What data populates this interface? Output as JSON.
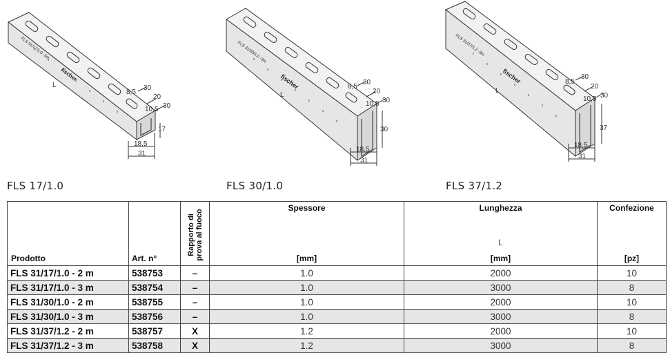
{
  "figures": [
    {
      "label": "FLS 17/1.0",
      "dims": {
        "len": "L",
        "d1": "8,5",
        "d2": "30",
        "d3": "20",
        "d4": "30",
        "d5": "10,5",
        "height": "17",
        "w1": "18,5",
        "w2": "31"
      },
      "rail_text": "FLS 31/17/1,0 -3m",
      "brand": "fischer"
    },
    {
      "label": "FLS 30/1.0",
      "dims": {
        "len": "L",
        "d1": "8,5",
        "d2": "30",
        "d3": "20",
        "d4": "30",
        "d5": "10,5",
        "height": "30",
        "w1": "18,5",
        "w2": "31"
      },
      "rail_text": "FLS 31/30/1,0 -3m",
      "brand": "fischer"
    },
    {
      "label": "FLS 37/1.2",
      "dims": {
        "len": "L",
        "d1": "8,5",
        "d2": "30",
        "d3": "20",
        "d4": "30",
        "d5": "10,5",
        "height": "37",
        "w1": "18,5",
        "w2": "31"
      },
      "rail_text": "FLS 31/37/1,2 -3m",
      "brand": "fischer"
    }
  ],
  "table": {
    "headers": {
      "product": "Prodotto",
      "art_no": "Art. n°",
      "fire_line1": "Rapporto di",
      "fire_line2": "prova al fuoco",
      "thickness": "Spessore",
      "thickness_unit": "[mm]",
      "length": "Lunghezza",
      "length_sub": "L",
      "length_unit": "[mm]",
      "package": "Confezione",
      "package_unit": "[pz]"
    },
    "rows": [
      {
        "product": "FLS 31/17/1.0 - 2 m",
        "art": "538753",
        "fire": "–",
        "thickness": "1.0",
        "length": "2000",
        "pack": "10"
      },
      {
        "product": "FLS 31/17/1.0 - 3 m",
        "art": "538754",
        "fire": "–",
        "thickness": "1.0",
        "length": "3000",
        "pack": "8"
      },
      {
        "product": "FLS 31/30/1.0 - 2 m",
        "art": "538755",
        "fire": "–",
        "thickness": "1.0",
        "length": "2000",
        "pack": "10"
      },
      {
        "product": "FLS 31/30/1.0 - 3 m",
        "art": "538756",
        "fire": "–",
        "thickness": "1.0",
        "length": "3000",
        "pack": "8"
      },
      {
        "product": "FLS 31/37/1.2 - 2 m",
        "art": "538757",
        "fire": "X",
        "thickness": "1.2",
        "length": "2000",
        "pack": "10"
      },
      {
        "product": "FLS 31/37/1.2 - 3 m",
        "art": "538758",
        "fire": "X",
        "thickness": "1.2",
        "length": "3000",
        "pack": "8"
      }
    ]
  }
}
